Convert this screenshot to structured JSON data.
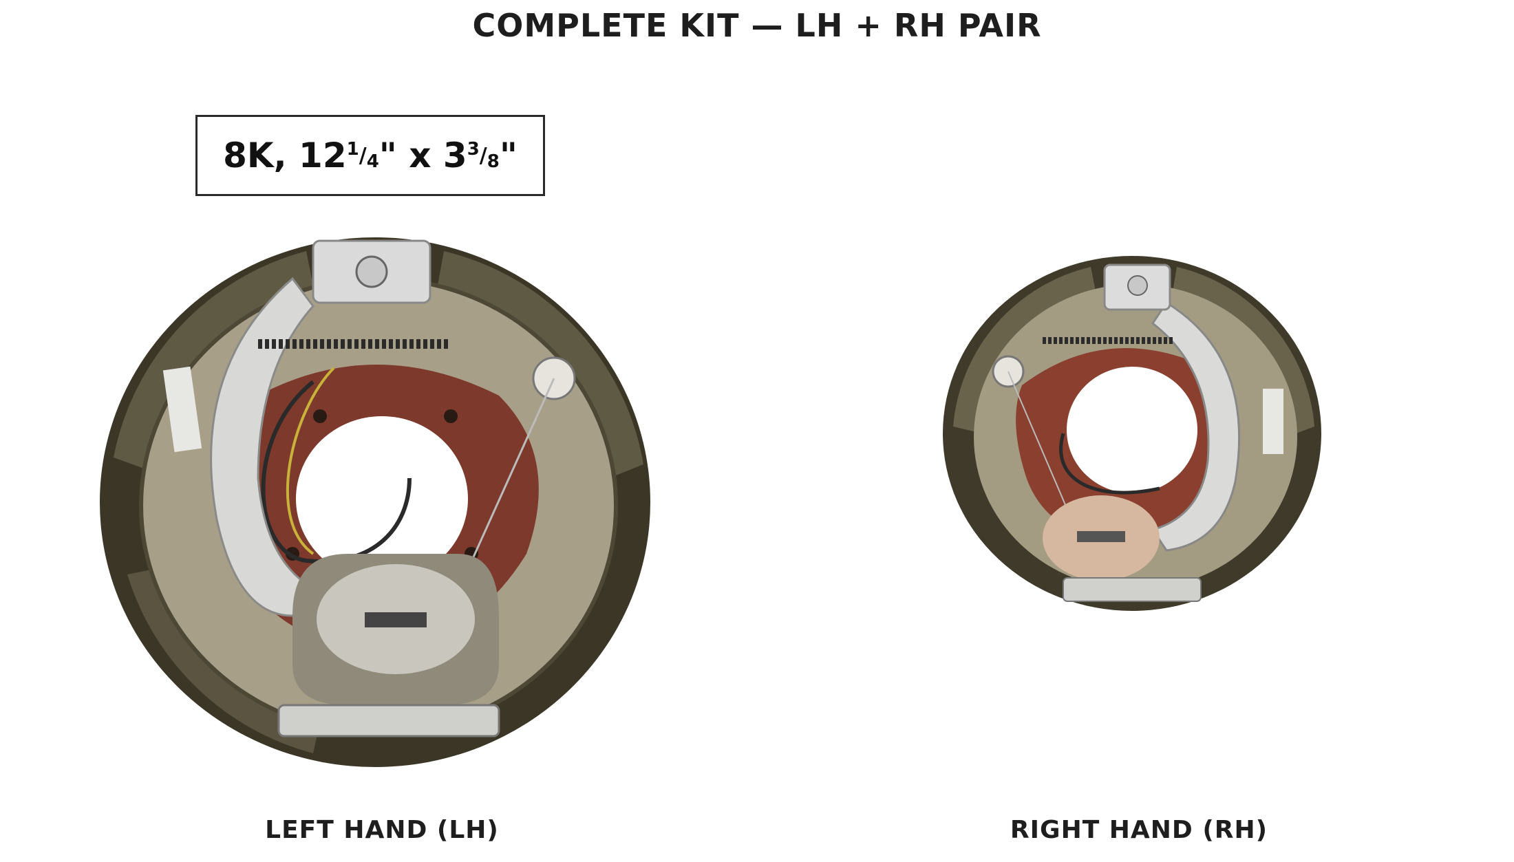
{
  "title": "COMPLETE KIT — LH + RH PAIR",
  "spec": {
    "prefix": "8K, 12 ",
    "frac1_num": "1",
    "frac1_den": "4",
    "mid": "\" x 3 ",
    "frac2_num": "3",
    "frac2_den": "8",
    "suffix": "\""
  },
  "products": [
    {
      "label": "LEFT HAND (LH)"
    },
    {
      "label": "RIGHT HAND (RH)"
    }
  ],
  "colors": {
    "shoe": "#5f5a44",
    "backing_plate": "#a79f88",
    "spider": "#7d3a2c",
    "arm": "#d8d8d6",
    "magnet": "#c9b8a3"
  }
}
